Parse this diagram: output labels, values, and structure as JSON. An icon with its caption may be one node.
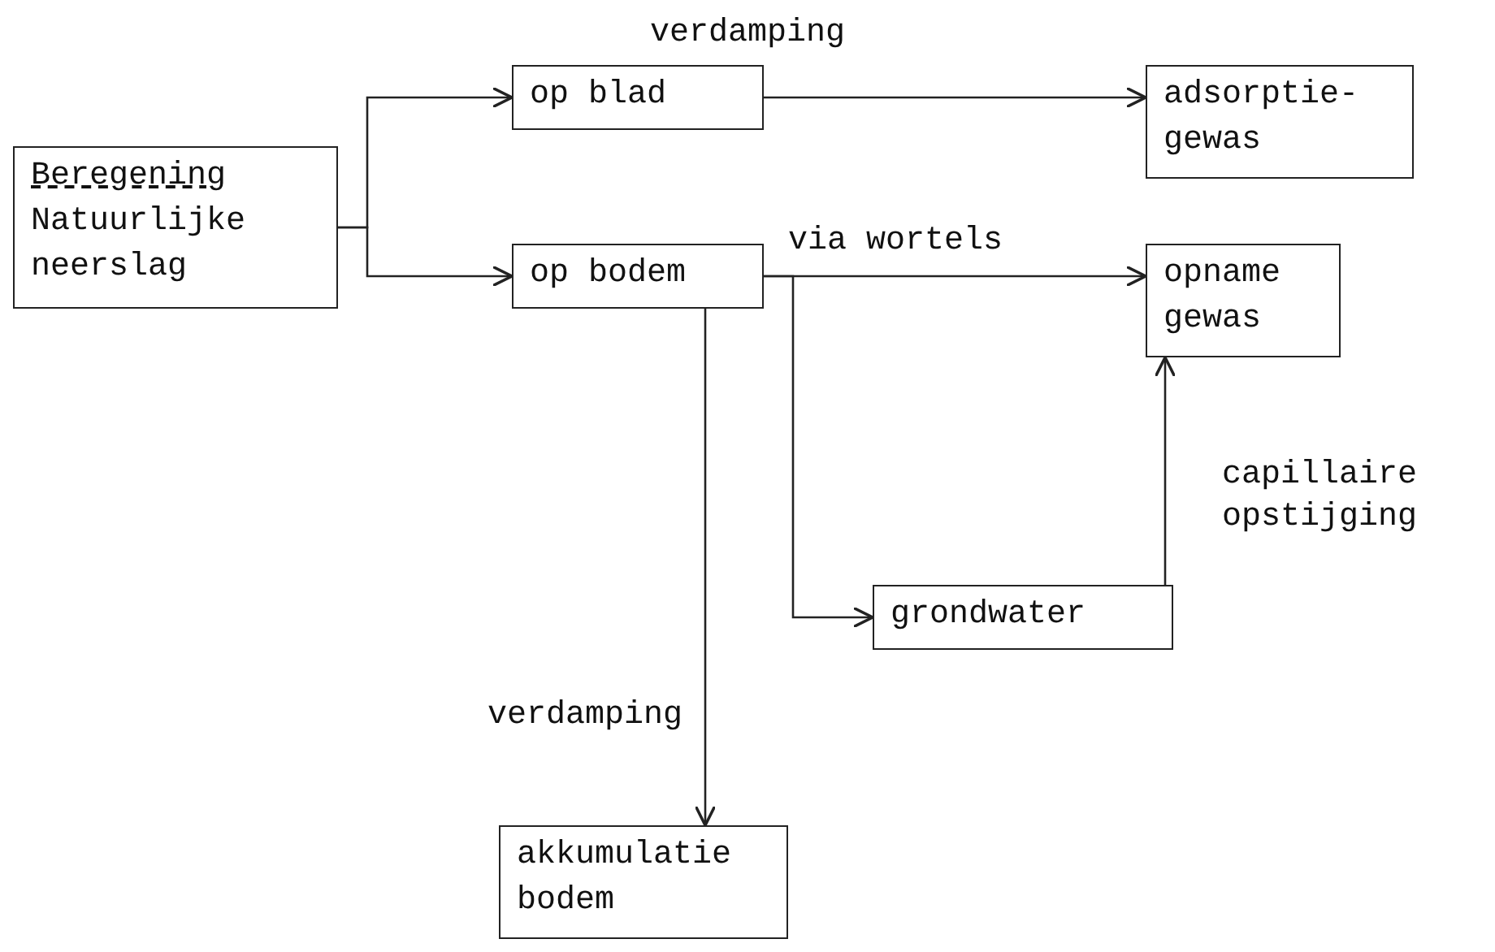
{
  "diagram": {
    "nodes": [
      {
        "text": [
          "Beregening",
          "Natuurlijke neerslag"
        ]
      },
      {
        "text": [
          "op blad"
        ]
      },
      {
        "text": [
          "adsorptie- gewas"
        ]
      },
      {
        "text": [
          "op bodem"
        ]
      },
      {
        "text": [
          "opname gewas"
        ]
      },
      {
        "text": [
          "grondwater"
        ]
      },
      {
        "text": [
          "akkumulatie bodem"
        ]
      }
    ],
    "edges": [
      {
        "from": 0,
        "to": 1,
        "arrow": "to"
      },
      {
        "from": 0,
        "to": 3,
        "arrow": "to"
      },
      {
        "from": 1,
        "to": 2,
        "arrow": "to",
        "label": "verdamping"
      },
      {
        "from": 3,
        "to": 4,
        "arrow": "to",
        "label": "via wortels"
      },
      {
        "from": 3,
        "to": 6,
        "arrow": "to",
        "label": "verdamping"
      },
      {
        "from": 3,
        "to": 5,
        "arrow": "to"
      },
      {
        "from": 5,
        "to": 4,
        "arrow": "to",
        "label": "capillaire opstijging"
      }
    ]
  }
}
